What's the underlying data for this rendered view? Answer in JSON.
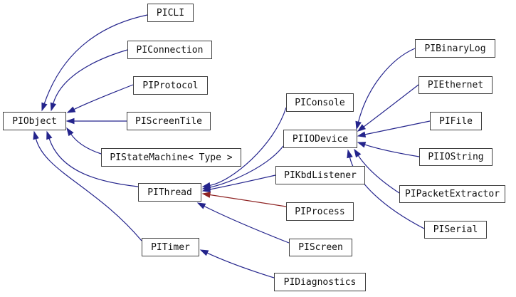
{
  "diagram": {
    "kind": "class-inheritance-graph",
    "background": "#ffffff"
  },
  "colors": {
    "public_inheritance": "#24248c",
    "private_inheritance": "#8f2424",
    "node_border": "#404040",
    "node_fill": "#ffffff",
    "node_text": "#101010"
  },
  "nodes": [
    {
      "id": "PIObject",
      "label": "PIObject"
    },
    {
      "id": "PICLI",
      "label": "PICLI"
    },
    {
      "id": "PIConnection",
      "label": "PIConnection"
    },
    {
      "id": "PIProtocol",
      "label": "PIProtocol"
    },
    {
      "id": "PIScreenTile",
      "label": "PIScreenTile"
    },
    {
      "id": "PIStateMachine",
      "label": "PIStateMachine< Type >"
    },
    {
      "id": "PIThread",
      "label": "PIThread"
    },
    {
      "id": "PITimer",
      "label": "PITimer"
    },
    {
      "id": "PIConsole",
      "label": "PIConsole"
    },
    {
      "id": "PIIODevice",
      "label": "PIIODevice"
    },
    {
      "id": "PIKbdListener",
      "label": "PIKbdListener"
    },
    {
      "id": "PIProcess",
      "label": "PIProcess"
    },
    {
      "id": "PIScreen",
      "label": "PIScreen"
    },
    {
      "id": "PIDiagnostics",
      "label": "PIDiagnostics"
    },
    {
      "id": "PIBinaryLog",
      "label": "PIBinaryLog"
    },
    {
      "id": "PIEthernet",
      "label": "PIEthernet"
    },
    {
      "id": "PIFile",
      "label": "PIFile"
    },
    {
      "id": "PIIOString",
      "label": "PIIOString"
    },
    {
      "id": "PIPacketExtractor",
      "label": "PIPacketExtractor"
    },
    {
      "id": "PISerial",
      "label": "PISerial"
    }
  ],
  "edges": [
    {
      "from": "PICLI",
      "to": "PIObject",
      "relation": "public-inheritance"
    },
    {
      "from": "PIConnection",
      "to": "PIObject",
      "relation": "public-inheritance"
    },
    {
      "from": "PIProtocol",
      "to": "PIObject",
      "relation": "public-inheritance"
    },
    {
      "from": "PIScreenTile",
      "to": "PIObject",
      "relation": "public-inheritance"
    },
    {
      "from": "PIStateMachine",
      "to": "PIObject",
      "relation": "public-inheritance"
    },
    {
      "from": "PIThread",
      "to": "PIObject",
      "relation": "public-inheritance"
    },
    {
      "from": "PITimer",
      "to": "PIObject",
      "relation": "public-inheritance"
    },
    {
      "from": "PIConsole",
      "to": "PIThread",
      "relation": "public-inheritance"
    },
    {
      "from": "PIIODevice",
      "to": "PIThread",
      "relation": "public-inheritance"
    },
    {
      "from": "PIKbdListener",
      "to": "PIThread",
      "relation": "public-inheritance"
    },
    {
      "from": "PIProcess",
      "to": "PIThread",
      "relation": "private-inheritance"
    },
    {
      "from": "PIScreen",
      "to": "PIThread",
      "relation": "public-inheritance"
    },
    {
      "from": "PIBinaryLog",
      "to": "PIIODevice",
      "relation": "public-inheritance"
    },
    {
      "from": "PIEthernet",
      "to": "PIIODevice",
      "relation": "public-inheritance"
    },
    {
      "from": "PIFile",
      "to": "PIIODevice",
      "relation": "public-inheritance"
    },
    {
      "from": "PIIOString",
      "to": "PIIODevice",
      "relation": "public-inheritance"
    },
    {
      "from": "PIPacketExtractor",
      "to": "PIIODevice",
      "relation": "public-inheritance"
    },
    {
      "from": "PISerial",
      "to": "PIIODevice",
      "relation": "public-inheritance"
    },
    {
      "from": "PIDiagnostics",
      "to": "PITimer",
      "relation": "public-inheritance"
    }
  ]
}
